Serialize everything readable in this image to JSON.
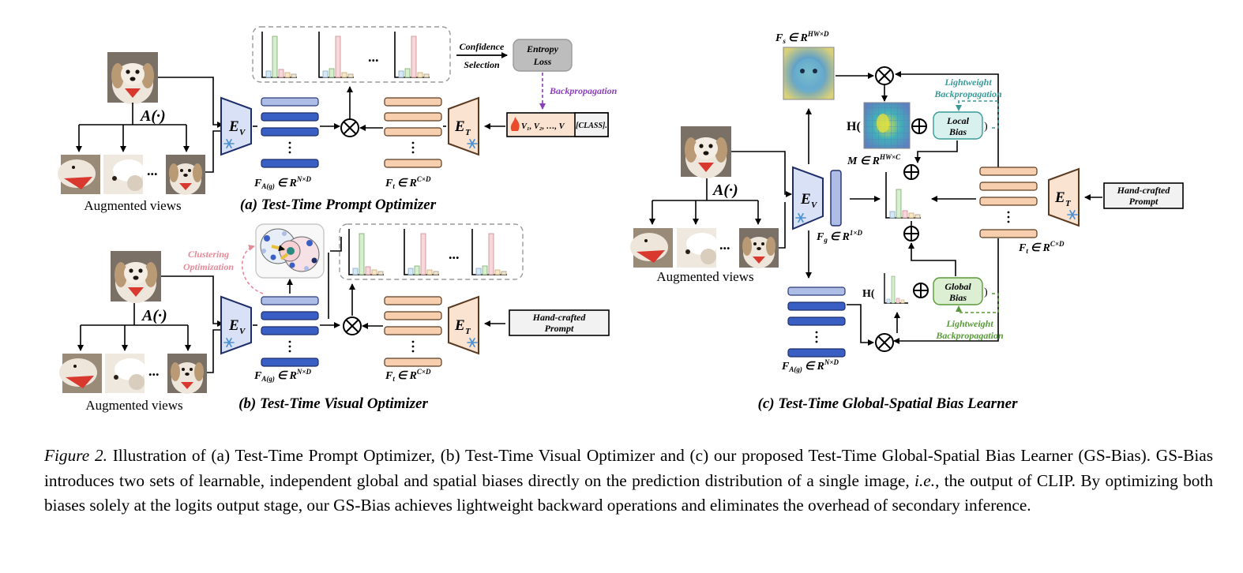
{
  "panel_a": {
    "caption": "(a) Test-Time Prompt Optimizer",
    "aug_label": "A(·)",
    "aug_views": "Augmented views",
    "ellipsis": "...",
    "encoder_v": "E",
    "encoder_v_sub": "V",
    "encoder_t": "E",
    "encoder_t_sub": "T",
    "feat_img": "F",
    "feat_img_sub": "A(g)",
    "feat_img_dim": "∈ R",
    "feat_img_sup": "N×D",
    "feat_txt": "F",
    "feat_txt_sub": "t",
    "feat_txt_dim": "∈ R",
    "feat_txt_sup": "C×D",
    "confidence_1": "Confidence",
    "confidence_2": "Selection",
    "entropy_1": "Entropy",
    "entropy_2": "Loss",
    "backprop": "Backpropagation",
    "prompt_vars": "V₁, V₂, …, V",
    "prompt_class": "[CLASS]."
  },
  "panel_b": {
    "caption": "(b) Test-Time Visual Optimizer",
    "aug_label": "A(·)",
    "aug_views": "Augmented views",
    "clustering_1": "Clustering",
    "clustering_2": "Optimization",
    "handcrafted_1": "Hand-crafted",
    "handcrafted_2": "Prompt"
  },
  "panel_c": {
    "caption": "(c) Test-Time Global-Spatial Bias Learner",
    "aug_label": "A(·)",
    "aug_views": "Augmented views",
    "fs": "F",
    "fs_sub": "s",
    "fs_dim": "∈ R",
    "fs_sup": "HW×D",
    "m": "M ∈ R",
    "m_sup": "HW×C",
    "fg": "F",
    "fg_sub": "g",
    "fg_dim": "∈ R",
    "fg_sup": "1×D",
    "h": "H(",
    "local_1": "Local",
    "local_2": "Bias",
    "global_1": "Global",
    "global_2": "Bias",
    "lw_1": "Lightweight",
    "lw_2": "Backpropagation",
    "handcrafted_1": "Hand-crafted",
    "handcrafted_2": "Prompt"
  },
  "colors": {
    "visual_feature": "#3a5fc4",
    "text_feature": "#f7cfae",
    "encoder_v": "#d9e1f6",
    "encoder_t": "#fbe3d2",
    "backprop_purple": "#8a3fb8",
    "lightweight_teal": "#3a9a98",
    "lightweight_green": "#5a9a3a",
    "clustering_pink": "#e58a98"
  },
  "caption": {
    "label": "Figure 2.",
    "part1": " Illustration of (a) Test-Time Prompt Optimizer, (b) Test-Time Visual Optimizer and (c) our proposed Test-Time Global-Spatial Bias Learner (GS-Bias). GS-Bias introduces two sets of learnable, independent global and spatial biases directly on the prediction distribution of a single image, ",
    "ie": "i.e.",
    "part2": ", the output of CLIP. By optimizing both biases solely at the logits output stage, our GS-Bias achieves lightweight backward operations and eliminates the overhead of secondary inference."
  }
}
